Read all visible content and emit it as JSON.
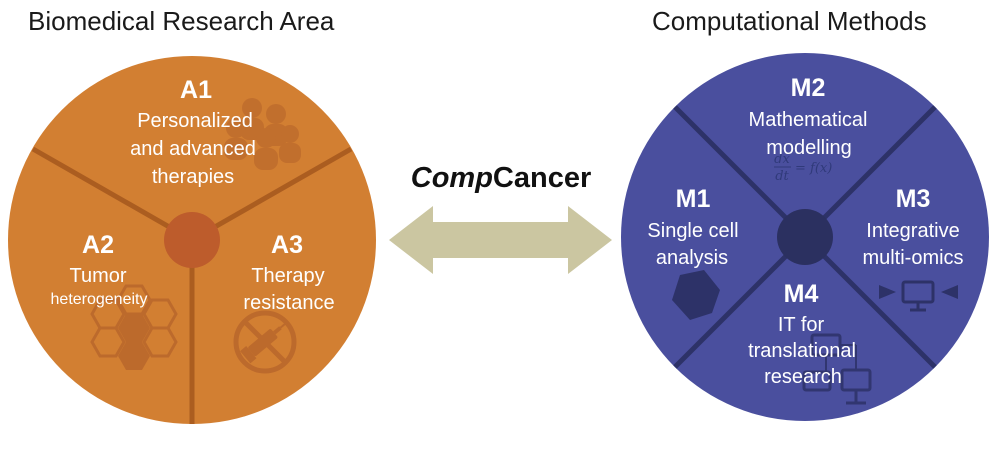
{
  "headings": {
    "left": "Biomedical Research Area",
    "right": "Computational Methods"
  },
  "center": {
    "brand_italic": "Comp",
    "brand_bold": "Cancer"
  },
  "colors": {
    "left_circle": "#d27f32",
    "left_lines": "#ab5d20",
    "left_hub": "#bd5c2c",
    "right_circle": "#4a4f9e",
    "right_lines": "#2d3268",
    "right_hub": "#2b3060",
    "arrow": "#cbc6a1",
    "icon_left": "#b4622a",
    "icon_right": "#2d3268"
  },
  "left_segments": [
    {
      "code": "A1",
      "lines": [
        "Personalized",
        "and advanced",
        "therapies"
      ],
      "icon": "people-group-icon"
    },
    {
      "code": "A2",
      "lines": [
        "Tumor",
        "heterogeneity"
      ],
      "icon": "hexagon-cluster-icon"
    },
    {
      "code": "A3",
      "lines": [
        "Therapy",
        "resistance"
      ],
      "icon": "no-syringe-icon"
    }
  ],
  "right_segments": [
    {
      "code": "M2",
      "lines": [
        "Mathematical",
        "modelling"
      ],
      "formula": "dx/dt = f(x)",
      "icon": "formula-icon"
    },
    {
      "code": "M1",
      "lines": [
        "Single cell",
        "analysis"
      ],
      "icon": "hexagon-cell-icon"
    },
    {
      "code": "M3",
      "lines": [
        "Integrative",
        "multi-omics"
      ],
      "icon": "monitor-arrows-icon"
    },
    {
      "code": "M4",
      "lines": [
        "IT for",
        "translational",
        "research"
      ],
      "icon": "network-monitors-icon"
    }
  ]
}
